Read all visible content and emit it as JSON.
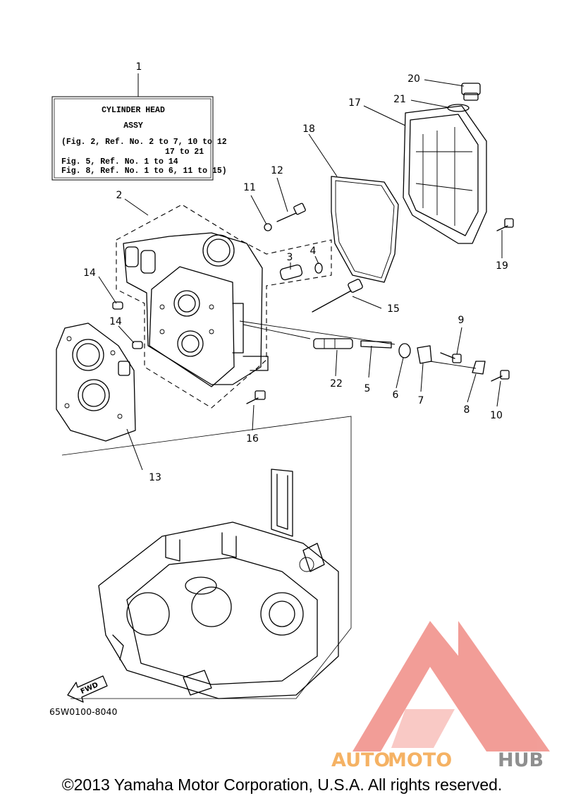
{
  "info_box": {
    "ref": "1",
    "lines": [
      "CYLINDER HEAD",
      "ASSY",
      "(Fig. 2, Ref. No. 2 to 7, 10 to 12",
      "17 to 21",
      "Fig. 5, Ref. No. 1 to 14",
      "Fig. 8, Ref. No. 1 to 6, 11 to 15)"
    ]
  },
  "callouts": [
    "1",
    "2",
    "3",
    "4",
    "5",
    "6",
    "7",
    "8",
    "9",
    "10",
    "11",
    "12",
    "13",
    "14",
    "14",
    "15",
    "16",
    "17",
    "18",
    "19",
    "20",
    "21",
    "22"
  ],
  "fwd_label": "FWD",
  "diagram_code": "65W0100-8040",
  "watermark": {
    "auto": "AUTO",
    "moto": "MOTO",
    "hub": "HUB",
    "colors": {
      "triangle": "#f08d86",
      "text": "#f5b264",
      "hub": "#8f8f8f"
    }
  },
  "copyright": "©2013 Yamaha Motor Corporation, U.S.A. All rights reserved."
}
